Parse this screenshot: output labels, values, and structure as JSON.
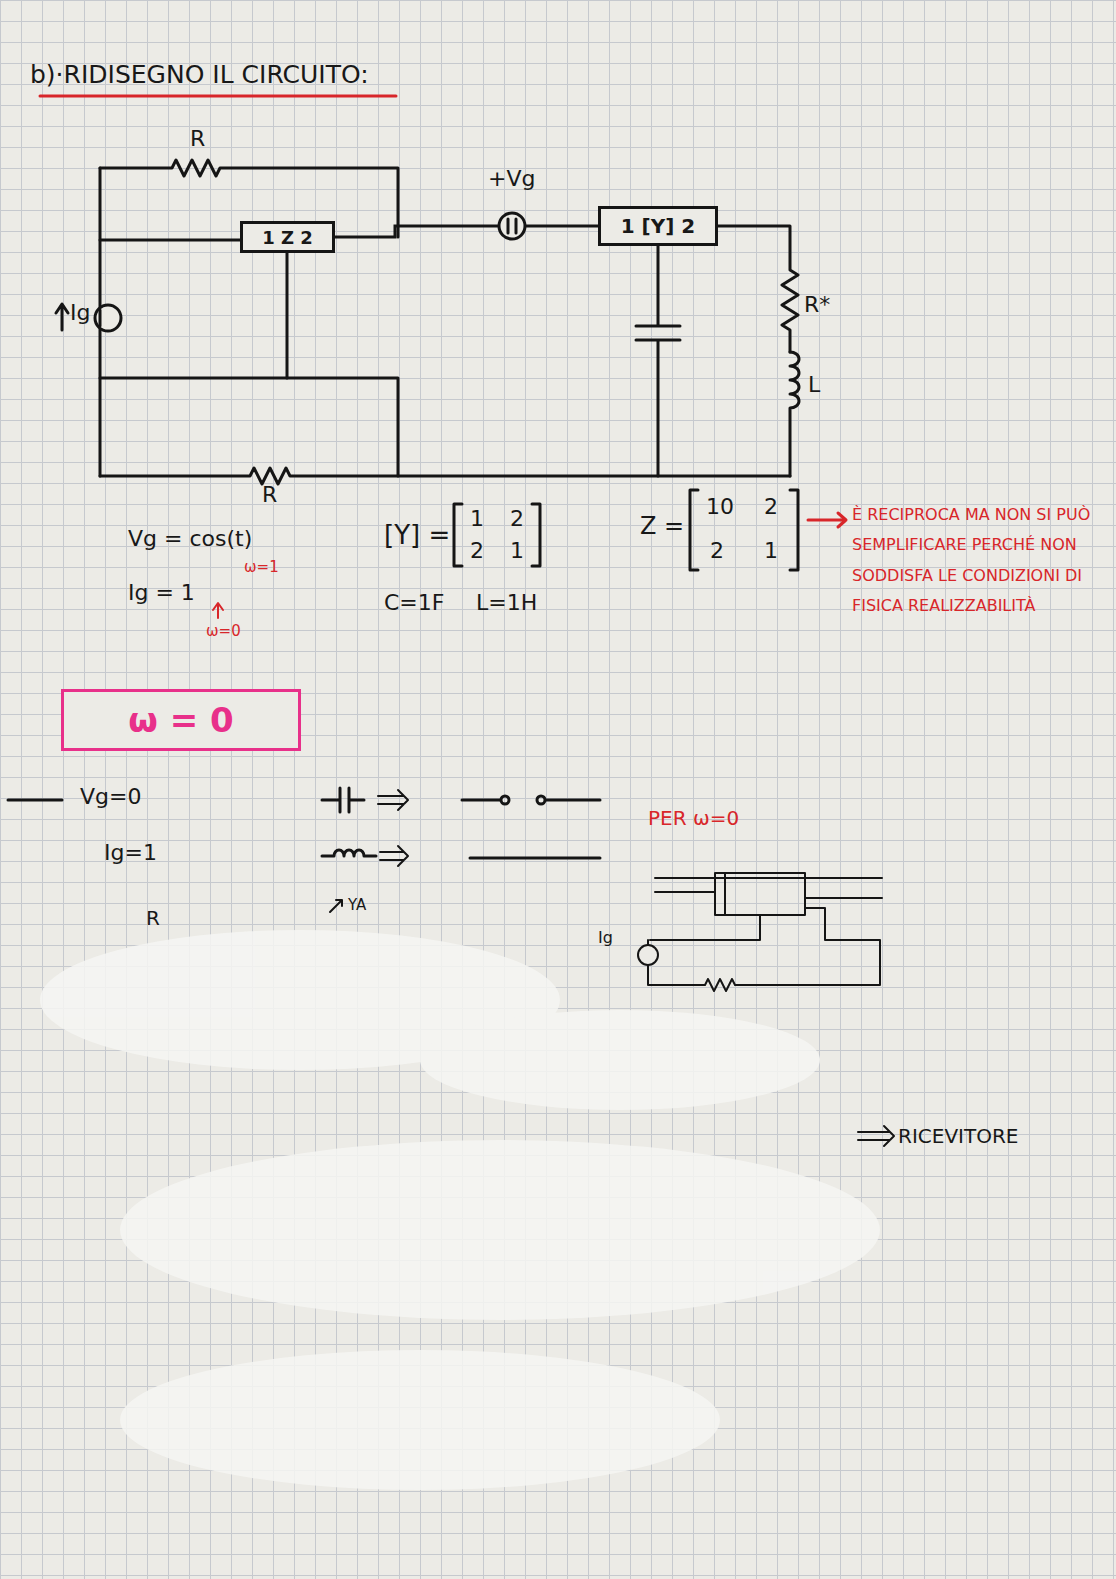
{
  "diagram": {
    "title": "b)·RIDISEGNO IL CIRCUITO:",
    "nodes": [
      {
        "text": [
          "1 Z 2"
        ]
      },
      {
        "text": [
          "1 [Y] 2"
        ]
      },
      {
        "text": [
          "ω = 0"
        ]
      }
    ],
    "edges": [
      {
        "from": 0,
        "to": 1,
        "arrow": "none"
      }
    ],
    "labels": [
      "R",
      "+Vg",
      "Ig",
      "R*",
      "L",
      "R",
      "Vg = cos(t)",
      "ω=1",
      "Ig = 1",
      "ω=0",
      "[Y] =",
      "1",
      "2",
      "2",
      "1",
      "C=1F",
      "L=1H",
      "Z =",
      "10",
      "2",
      "2",
      "1",
      "È RECIPROCA MA NON SI PUÒ SEMPLIFICARE PERCHÉ NON SODDISFA LE CONDIZIONI DI FISICA REALIZZABILITÀ",
      "Vg=0",
      "Ig=1",
      "R",
      "YA",
      "PER ω=0",
      "Ig",
      "RICEVITORE"
    ]
  }
}
